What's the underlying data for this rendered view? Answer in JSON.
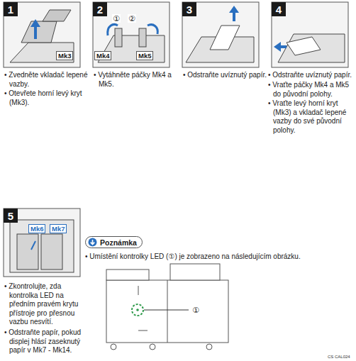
{
  "diagram": {
    "nodes": [
      {
        "text": [
          "1"
        ]
      },
      {
        "text": [
          "2"
        ]
      },
      {
        "text": [
          "3"
        ]
      },
      {
        "text": [
          "4"
        ]
      },
      {
        "text": [
          "5"
        ]
      },
      {
        "text": [
          "Poznámka"
        ]
      }
    ],
    "labels": [
      "Mk3",
      "• Zvedněte vkladač lepené vazby.",
      "• Otevřete horní levý kryt (Mk3).",
      "①",
      "②",
      "Mk4",
      "Mk5",
      "• Vytáhněte páčky Mk4 a Mk5.",
      "• Odstraňte uvíznutý papír.",
      "• Odstraňte uvíznutý papír.",
      "• Vraťte páčky Mk4 a Mk5 do původní polohy.",
      "• Vraťte levý horní kryt (Mk3) a vkladač lepené vazby do své původní polohy.",
      "Mk6",
      "Mk7",
      "• Zkontrolujte, zda kontrolka LED na předním pravém krytu přístroje pro přesnou vazbu nesvítí.",
      "• Odstraňte papír, pokud displej hlásí zaseknutý papír v Mk7 - Mk14.",
      "• Umístění kontrolky LED (①) je zobrazeno na následujícím obrázku.",
      "①",
      "CS CAL024"
    ]
  }
}
